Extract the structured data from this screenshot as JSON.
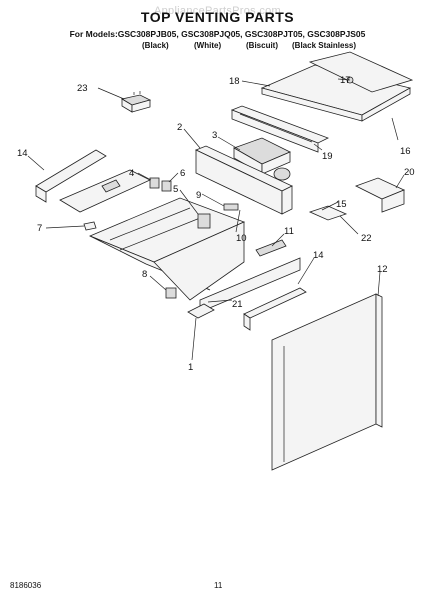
{
  "header": {
    "watermark": "AppliancePartsPros.com",
    "title": "TOP VENTING PARTS",
    "models_line": "For Models:GSC308PJB05, GSC308PJQ05, GSC308PJT05, GSC308PJS05",
    "color_labels": [
      "(Black)",
      "(White)",
      "(Biscuit)",
      "(Black Stainless)"
    ]
  },
  "callouts": [
    "23",
    "18",
    "17",
    "2",
    "3",
    "19",
    "16",
    "14",
    "4",
    "6",
    "5",
    "9",
    "20",
    "15",
    "7",
    "10",
    "11",
    "22",
    "8",
    "14",
    "12",
    "21",
    "1"
  ],
  "footer": {
    "doc_number": "8186036",
    "page_number": "11"
  }
}
